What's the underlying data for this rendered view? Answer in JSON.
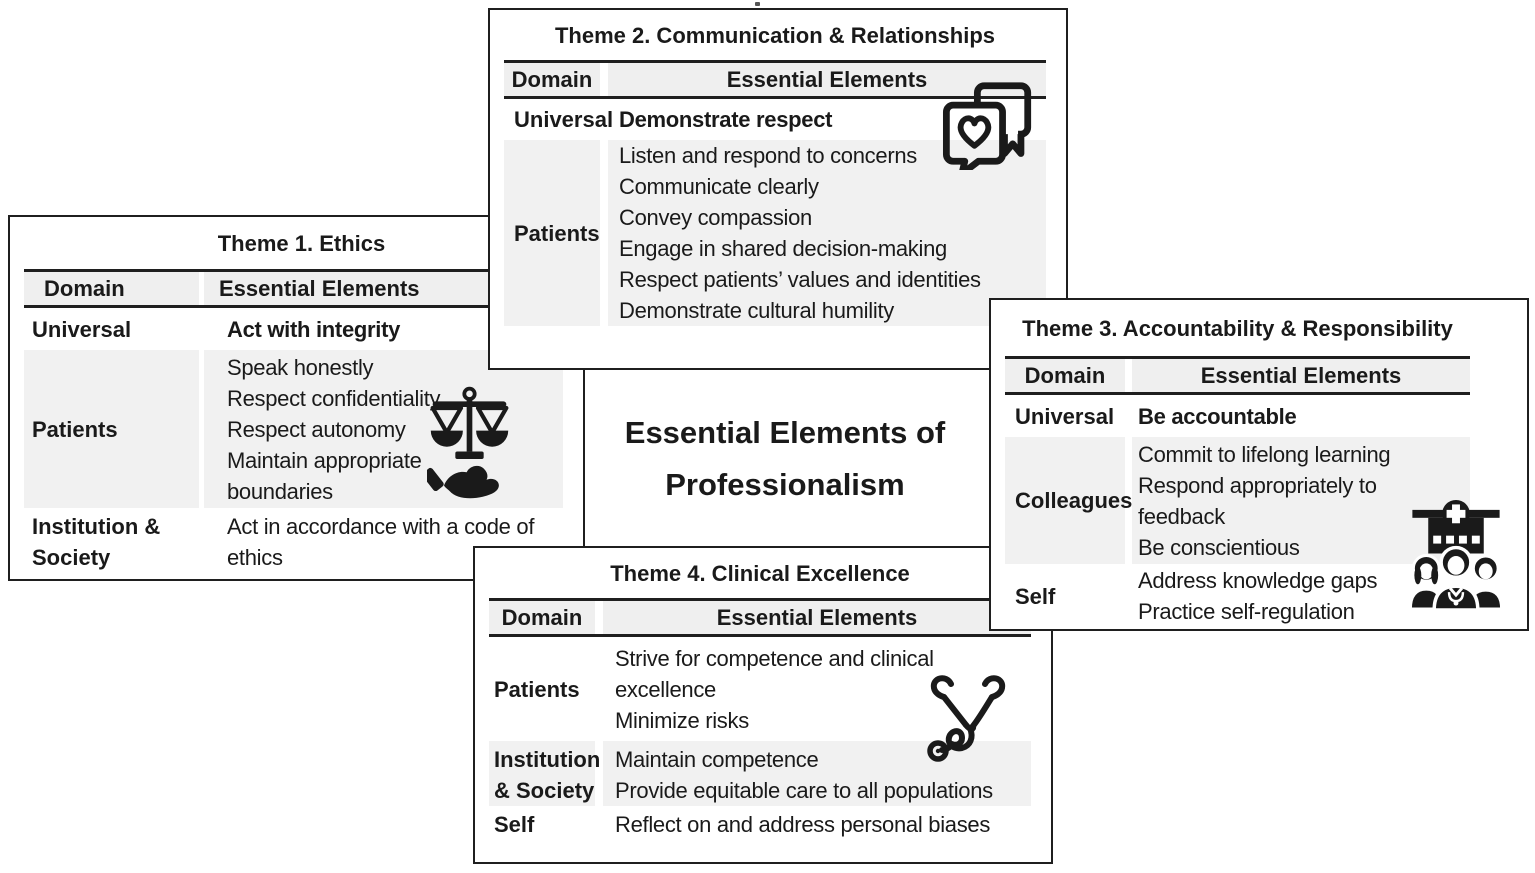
{
  "figure": {
    "center_title_line1": "Essential Elements of",
    "center_title_line2": "Professionalism"
  },
  "headers": {
    "domain": "Domain",
    "elements": "Essential Elements"
  },
  "themes": {
    "theme1": {
      "title": "Theme 1. Ethics",
      "icon": "justice-scale-hand-icon",
      "rows": [
        {
          "domain_lines": [
            "Universal"
          ],
          "lines": [
            "Act with integrity"
          ]
        },
        {
          "domain_lines": [
            "Patients"
          ],
          "lines": [
            "Speak honestly",
            "Respect confidentiality",
            "Respect autonomy",
            "Maintain appropriate",
            "boundaries"
          ]
        },
        {
          "domain_lines": [
            "Institution &",
            "Society"
          ],
          "lines": [
            "Act in accordance with a code of",
            "ethics"
          ]
        }
      ]
    },
    "theme2": {
      "title": "Theme 2. Communication & Relationships",
      "icon": "chat-bubbles-heart-icon",
      "rows": [
        {
          "domain_lines": [
            "Universal"
          ],
          "lines": [
            "Demonstrate respect"
          ]
        },
        {
          "domain_lines": [
            "Patients"
          ],
          "lines": [
            "Listen and respond to concerns",
            "Communicate clearly",
            "Convey compassion",
            "Engage in shared decision-making",
            "Respect patients’ values and identities",
            "Demonstrate cultural humility"
          ]
        }
      ]
    },
    "theme3": {
      "title": "Theme 3. Accountability & Responsibility",
      "icon": "medical-team-icon",
      "rows": [
        {
          "domain_lines": [
            "Universal"
          ],
          "lines": [
            "Be accountable"
          ]
        },
        {
          "domain_lines": [
            "Colleagues"
          ],
          "lines": [
            "Commit to lifelong learning",
            "Respond appropriately to",
            "feedback",
            "Be conscientious"
          ]
        },
        {
          "domain_lines": [
            "Self"
          ],
          "lines": [
            "Address knowledge gaps",
            "Practice self-regulation"
          ]
        }
      ]
    },
    "theme4": {
      "title": "Theme 4. Clinical Excellence",
      "icon": "stethoscope-icon",
      "rows": [
        {
          "domain_lines": [
            "Patients"
          ],
          "lines": [
            "Strive for competence and clinical",
            "excellence",
            "Minimize risks"
          ]
        },
        {
          "domain_lines": [
            "Institution",
            "& Society"
          ],
          "lines": [
            "Maintain competence",
            "Provide equitable care to all populations"
          ]
        },
        {
          "domain_lines": [
            "Self"
          ],
          "lines": [
            "Reflect on and address personal biases"
          ]
        }
      ]
    }
  },
  "colors": {
    "border": "#1f1f1f",
    "text": "#1a1a1a",
    "row_shade": "#f1f1f1",
    "header_shade": "#efefef",
    "background": "#ffffff"
  }
}
